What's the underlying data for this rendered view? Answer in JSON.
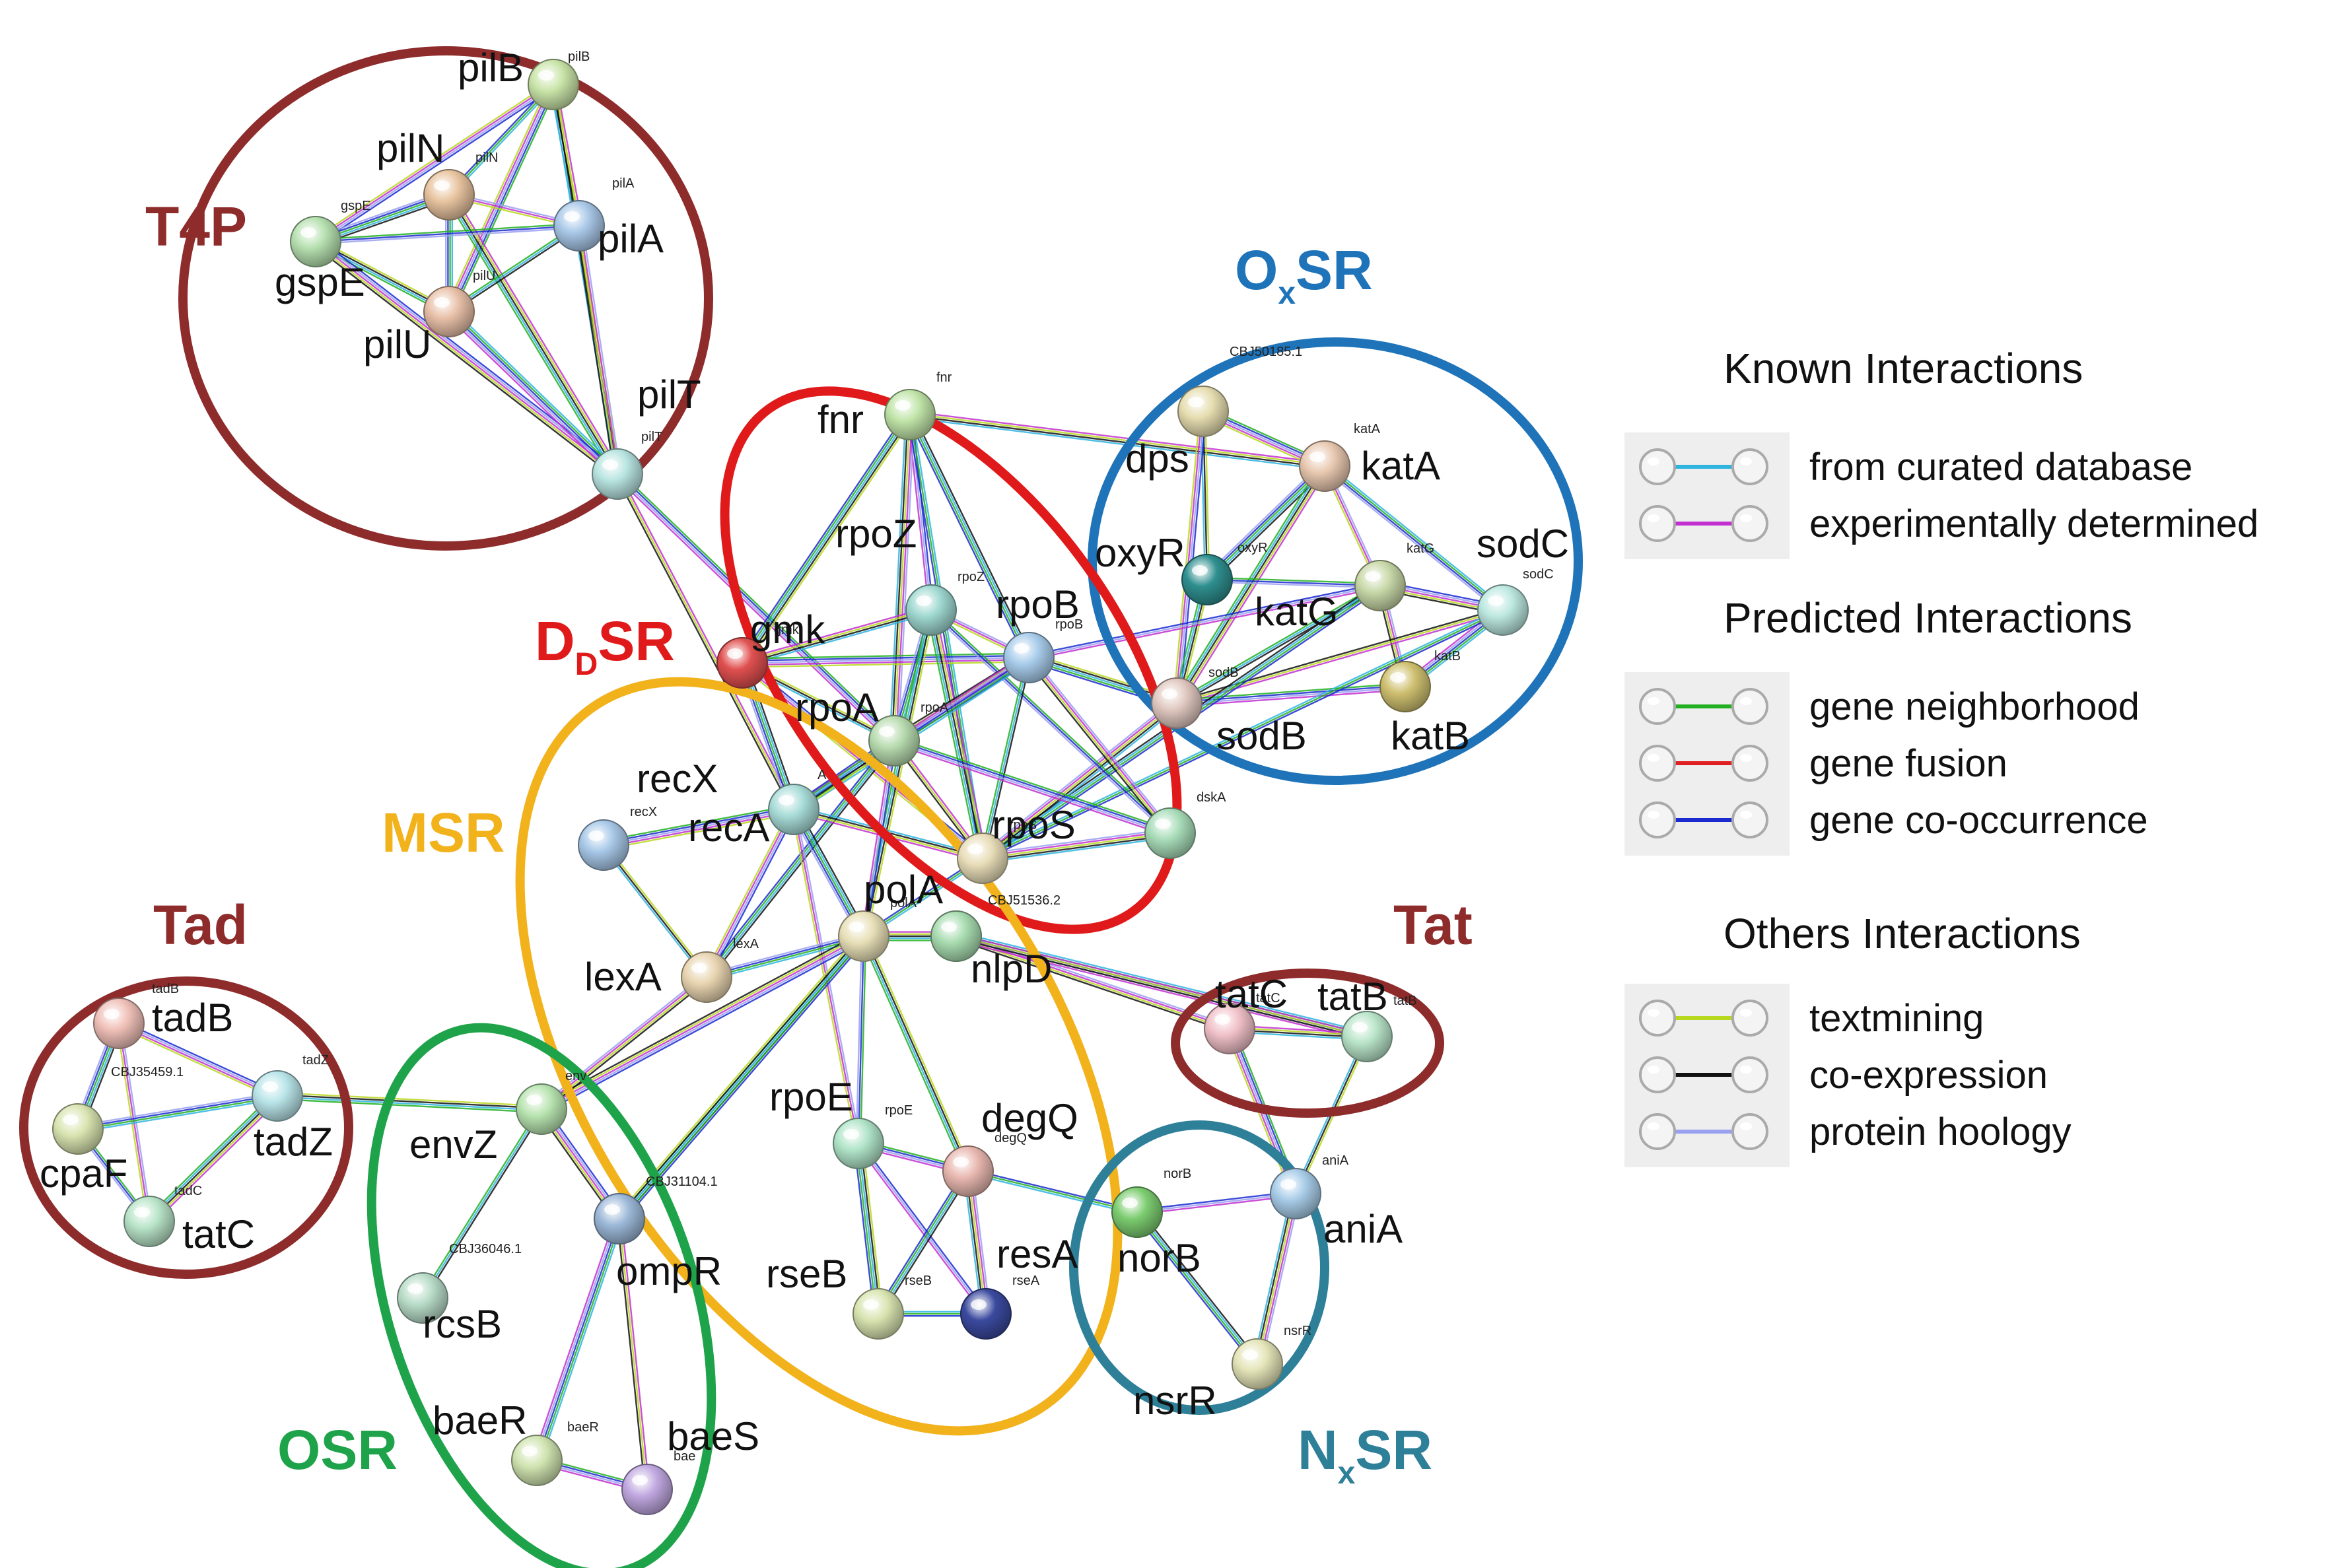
{
  "diagram": {
    "groups": [
      {
        "id": "T4P",
        "label": "T4P",
        "color": "#8e2b2b"
      },
      {
        "id": "OxSR",
        "label": "O",
        "sub": "x",
        "tail": "SR",
        "color": "#1e73b9"
      },
      {
        "id": "DdSR",
        "label": "D",
        "sub": "D",
        "tail": "SR",
        "color": "#e01a1a"
      },
      {
        "id": "MSR",
        "label": "MSR",
        "color": "#f2b21c"
      },
      {
        "id": "Tad",
        "label": "Tad",
        "color": "#8e2b2b"
      },
      {
        "id": "Tat",
        "label": "Tat",
        "color": "#8e2b2b"
      },
      {
        "id": "OSR",
        "label": "OSR",
        "color": "#1ea34a"
      },
      {
        "id": "NxSR",
        "label": "N",
        "sub": "x",
        "tail": "SR",
        "color": "#2e7f98"
      }
    ],
    "nodes": [
      {
        "id": "pilB",
        "label": "pilB",
        "small": "pilB",
        "color": "#c9e4a8"
      },
      {
        "id": "pilN",
        "label": "pilN",
        "small": "pilN",
        "color": "#e8c4a0"
      },
      {
        "id": "gspE",
        "label": "gspE",
        "small": "gspE",
        "color": "#b6e0b0"
      },
      {
        "id": "pilA",
        "label": "pilA",
        "small": "pilA",
        "color": "#a9c8e8"
      },
      {
        "id": "pilU",
        "label": "pilU",
        "small": "pilU",
        "color": "#e8c0a8"
      },
      {
        "id": "pilT",
        "label": "pilT",
        "small": "pilT",
        "color": "#b8e4e0"
      },
      {
        "id": "fnr",
        "label": "fnr",
        "small": "fnr",
        "color": "#c0e4a8"
      },
      {
        "id": "dps",
        "label": "dps",
        "small": "CBJ50185.1",
        "color": "#e6ddb0"
      },
      {
        "id": "katA",
        "label": "katA",
        "small": "katA",
        "color": "#e8c8b0"
      },
      {
        "id": "oxyR",
        "label": "oxyR",
        "small": "oxyR",
        "color": "#2f8f8f"
      },
      {
        "id": "katG",
        "label": "katG",
        "small": "katG",
        "color": "#c8d8a8"
      },
      {
        "id": "sodC",
        "label": "sodC",
        "small": "sodC",
        "color": "#bce8e0"
      },
      {
        "id": "sodB",
        "label": "sodB",
        "small": "sodB",
        "color": "#e0c8c0"
      },
      {
        "id": "katB",
        "label": "katB",
        "small": "katB",
        "color": "#cfc070"
      },
      {
        "id": "gmk",
        "label": "gmk",
        "small": "gmk",
        "color": "#e05050"
      },
      {
        "id": "rpoZ",
        "label": "rpoZ",
        "small": "rpoZ",
        "color": "#9fd8d0"
      },
      {
        "id": "rpoB",
        "label": "rpoB",
        "small": "rpoB",
        "color": "#a8cceb"
      },
      {
        "id": "rpoA",
        "label": "rpoA",
        "small": "rpoA",
        "color": "#b8dcb0"
      },
      {
        "id": "rpoS",
        "label": "rpoS",
        "small": "rpoS",
        "color": "#e8ddb8"
      },
      {
        "id": "dksA",
        "label": "",
        "small": "dskA",
        "color": "#a8dcb8"
      },
      {
        "id": "recX",
        "label": "recX",
        "small": "recX",
        "color": "#a8c8e8"
      },
      {
        "id": "recA",
        "label": "recA",
        "small": "A",
        "color": "#a8dcd8"
      },
      {
        "id": "polA",
        "label": "polA",
        "small": "polA",
        "color": "#e8e0b8"
      },
      {
        "id": "cbj515",
        "label": "",
        "small": "CBJ51536.2",
        "color": "#a8dca8"
      },
      {
        "id": "lexA",
        "label": "lexA",
        "small": "lexA",
        "color": "#e8d4b0"
      },
      {
        "id": "nlpD",
        "label": "nlpD",
        "small": "",
        "color": "#a8dcb0"
      },
      {
        "id": "rpoE",
        "label": "rpoE",
        "small": "rpoE",
        "color": "#b0e4c8"
      },
      {
        "id": "degQ",
        "label": "degQ",
        "small": "degQ",
        "color": "#e8b8b0"
      },
      {
        "id": "rseB",
        "label": "rseB",
        "small": "rseB",
        "color": "#d8e4b0"
      },
      {
        "id": "resA",
        "label": "resA",
        "small": "rseA",
        "color": "#3b4a9e"
      },
      {
        "id": "tatC2",
        "label": "tatC",
        "small": "tatC",
        "color": "#f0c0c8"
      },
      {
        "id": "tatB",
        "label": "tatB",
        "small": "tatB",
        "color": "#b8e4c8"
      },
      {
        "id": "tadB",
        "label": "tadB",
        "small": "tadB",
        "color": "#f0c0b8"
      },
      {
        "id": "tadZ",
        "label": "tadZ",
        "small": "tadZ",
        "color": "#b8e4e8"
      },
      {
        "id": "cpaF",
        "label": "cpaF",
        "small": "CBJ35459.1",
        "color": "#d8e4b0"
      },
      {
        "id": "tatC",
        "label": "tatC",
        "small": "tadC",
        "color": "#b8e4c8"
      },
      {
        "id": "envZ",
        "label": "envZ",
        "small": "env",
        "color": "#b8e4b0"
      },
      {
        "id": "ompR",
        "label": "ompR",
        "small": "CBJ31104.1",
        "color": "#9cb8d8"
      },
      {
        "id": "rcsB",
        "label": "rcsB",
        "small": "CBJ36046.1",
        "color": "#b8dcc8"
      },
      {
        "id": "baeR",
        "label": "baeR",
        "small": "baeR",
        "color": "#d0e4b0"
      },
      {
        "id": "baeS",
        "label": "baeS",
        "small": "bae",
        "color": "#c0a8e0"
      },
      {
        "id": "norB",
        "label": "norB",
        "small": "norB",
        "color": "#7ccc70"
      },
      {
        "id": "aniA",
        "label": "aniA",
        "small": "aniA",
        "color": "#a8cce8"
      },
      {
        "id": "nsrR",
        "label": "nsrR",
        "small": "nsrR",
        "color": "#e4e4b8"
      }
    ],
    "edges": [
      [
        "pilB",
        "pilN"
      ],
      [
        "pilB",
        "pilA"
      ],
      [
        "pilB",
        "pilU"
      ],
      [
        "pilB",
        "pilT"
      ],
      [
        "pilB",
        "gspE"
      ],
      [
        "pilN",
        "gspE"
      ],
      [
        "pilN",
        "pilA"
      ],
      [
        "pilN",
        "pilU"
      ],
      [
        "pilN",
        "pilT"
      ],
      [
        "gspE",
        "pilA"
      ],
      [
        "gspE",
        "pilU"
      ],
      [
        "gspE",
        "pilT"
      ],
      [
        "pilA",
        "pilU"
      ],
      [
        "pilA",
        "pilT"
      ],
      [
        "pilU",
        "pilT"
      ],
      [
        "pilT",
        "recA"
      ],
      [
        "pilT",
        "rpoA"
      ],
      [
        "fnr",
        "gmk"
      ],
      [
        "fnr",
        "rpoZ"
      ],
      [
        "fnr",
        "rpoB"
      ],
      [
        "fnr",
        "rpoA"
      ],
      [
        "fnr",
        "rpoS"
      ],
      [
        "fnr",
        "katA"
      ],
      [
        "dps",
        "katA"
      ],
      [
        "dps",
        "oxyR"
      ],
      [
        "dps",
        "sodB"
      ],
      [
        "katA",
        "oxyR"
      ],
      [
        "katA",
        "katG"
      ],
      [
        "katA",
        "sodC"
      ],
      [
        "katA",
        "sodB"
      ],
      [
        "oxyR",
        "katG"
      ],
      [
        "oxyR",
        "sodB"
      ],
      [
        "katG",
        "sodC"
      ],
      [
        "katG",
        "sodB"
      ],
      [
        "katG",
        "katB"
      ],
      [
        "sodC",
        "katB"
      ],
      [
        "sodC",
        "sodB"
      ],
      [
        "sodB",
        "katB"
      ],
      [
        "rpoB",
        "sodB"
      ],
      [
        "rpoB",
        "katG"
      ],
      [
        "rpoS",
        "katG"
      ],
      [
        "rpoS",
        "sodB"
      ],
      [
        "rpoS",
        "sodC"
      ],
      [
        "gmk",
        "rpoZ"
      ],
      [
        "gmk",
        "rpoB"
      ],
      [
        "gmk",
        "rpoA"
      ],
      [
        "gmk",
        "rpoS"
      ],
      [
        "gmk",
        "recA"
      ],
      [
        "rpoZ",
        "rpoB"
      ],
      [
        "rpoZ",
        "rpoA"
      ],
      [
        "rpoZ",
        "rpoS"
      ],
      [
        "rpoZ",
        "dksA"
      ],
      [
        "rpoZ",
        "polA"
      ],
      [
        "rpoB",
        "rpoA"
      ],
      [
        "rpoB",
        "rpoS"
      ],
      [
        "rpoB",
        "dksA"
      ],
      [
        "rpoB",
        "recA"
      ],
      [
        "rpoA",
        "rpoS"
      ],
      [
        "rpoA",
        "dksA"
      ],
      [
        "rpoA",
        "recA"
      ],
      [
        "rpoA",
        "polA"
      ],
      [
        "rpoA",
        "lexA"
      ],
      [
        "rpoS",
        "dksA"
      ],
      [
        "rpoS",
        "polA"
      ],
      [
        "rpoS",
        "recA"
      ],
      [
        "recX",
        "recA"
      ],
      [
        "recX",
        "lexA"
      ],
      [
        "recA",
        "lexA"
      ],
      [
        "recA",
        "polA"
      ],
      [
        "recA",
        "rpoE"
      ],
      [
        "polA",
        "lexA"
      ],
      [
        "polA",
        "nlpD"
      ],
      [
        "polA",
        "rpoE"
      ],
      [
        "polA",
        "degQ"
      ],
      [
        "polA",
        "envZ"
      ],
      [
        "polA",
        "ompR"
      ],
      [
        "nlpD",
        "tatC2"
      ],
      [
        "nlpD",
        "tatB"
      ],
      [
        "cbj515",
        "tatB"
      ],
      [
        "rpoE",
        "degQ"
      ],
      [
        "rpoE",
        "rseB"
      ],
      [
        "rpoE",
        "resA"
      ],
      [
        "degQ",
        "rseB"
      ],
      [
        "degQ",
        "resA"
      ],
      [
        "rseB",
        "resA"
      ],
      [
        "tatC2",
        "tatB"
      ],
      [
        "tatC2",
        "aniA"
      ],
      [
        "tatB",
        "aniA"
      ],
      [
        "tadB",
        "tadZ"
      ],
      [
        "tadB",
        "cpaF"
      ],
      [
        "tadB",
        "tatC"
      ],
      [
        "tadZ",
        "cpaF"
      ],
      [
        "tadZ",
        "tatC"
      ],
      [
        "cpaF",
        "tatC"
      ],
      [
        "tadZ",
        "envZ"
      ],
      [
        "envZ",
        "ompR"
      ],
      [
        "envZ",
        "rcsB"
      ],
      [
        "envZ",
        "lexA"
      ],
      [
        "ompR",
        "baeR"
      ],
      [
        "ompR",
        "baeS"
      ],
      [
        "baeR",
        "baeS"
      ],
      [
        "ompR",
        "polA"
      ],
      [
        "norB",
        "aniA"
      ],
      [
        "norB",
        "nsrR"
      ],
      [
        "aniA",
        "nsrR"
      ],
      [
        "norB",
        "degQ"
      ]
    ]
  },
  "legend": {
    "known_title": "Known Interactions",
    "known": [
      {
        "label": "from curated database",
        "color": "#2fb4e0"
      },
      {
        "label": "experimentally determined",
        "color": "#c22fd0"
      }
    ],
    "predicted_title": "Predicted Interactions",
    "predicted": [
      {
        "label": "gene neighborhood",
        "color": "#22b022"
      },
      {
        "label": "gene fusion",
        "color": "#e02020"
      },
      {
        "label": "gene co-occurrence",
        "color": "#1a2ad0"
      }
    ],
    "others_title": "Others Interactions",
    "others": [
      {
        "label": "textmining",
        "color": "#b8d820"
      },
      {
        "label": "co-expression",
        "color": "#111111"
      },
      {
        "label": "protein hoology",
        "color": "#9aa0f0"
      }
    ]
  }
}
